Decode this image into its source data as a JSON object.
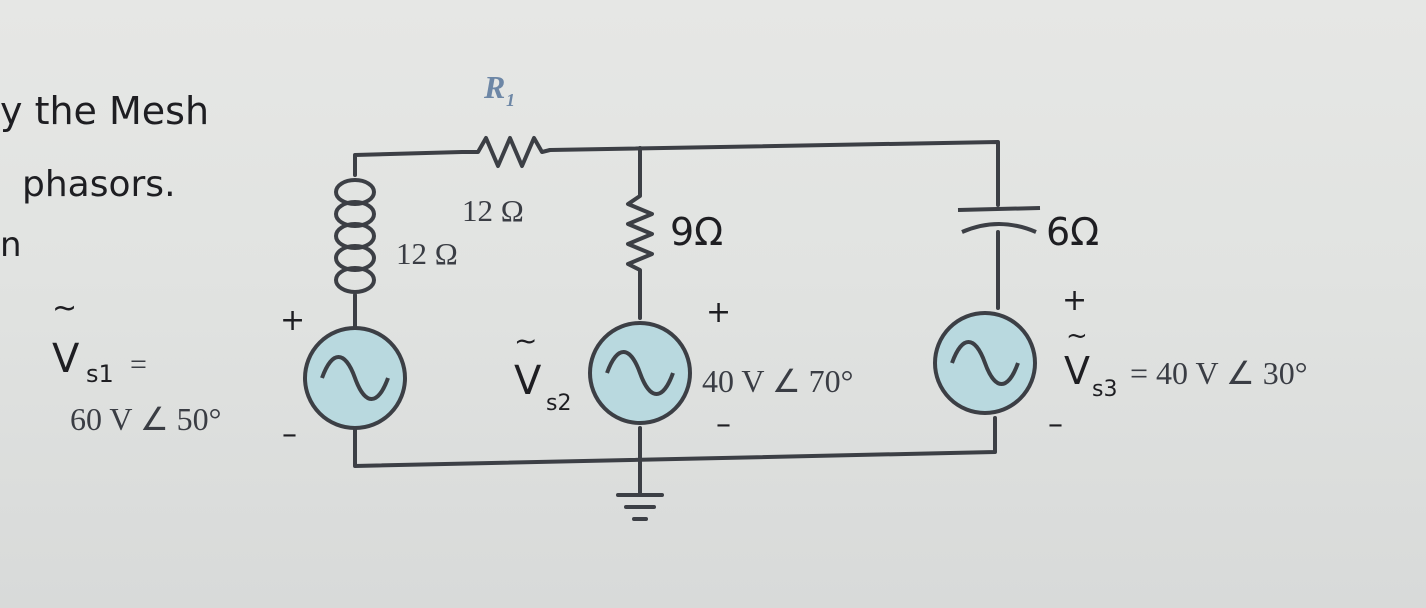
{
  "note_lines": [
    "y the Mesh",
    "phasors.",
    "n"
  ],
  "labels": {
    "r1_name": "R",
    "r1_sub": "1",
    "r1_value": "12 Ω",
    "inductor_value": "12 Ω",
    "middle_resistor_value": "9Ω",
    "capacitor_value": "6Ω"
  },
  "sources": {
    "vs1": {
      "symbol": "V",
      "sub": "s1",
      "equals": "=",
      "value": "60 V ∠ 50°",
      "plus": "+",
      "minus": "–"
    },
    "vs2": {
      "symbol": "V",
      "sub": "s2",
      "value": "40 V ∠ 70°",
      "plus": "+",
      "minus": "–"
    },
    "vs3": {
      "symbol": "V",
      "sub": "s3",
      "value": "= 40 V ∠ 30°",
      "plus": "+",
      "minus": "–"
    }
  },
  "colors": {
    "wire": "#3c3f45",
    "source_fill": "#b9d9df",
    "handwriting": "#1e1e22",
    "r1_label": "#6d87a6"
  }
}
